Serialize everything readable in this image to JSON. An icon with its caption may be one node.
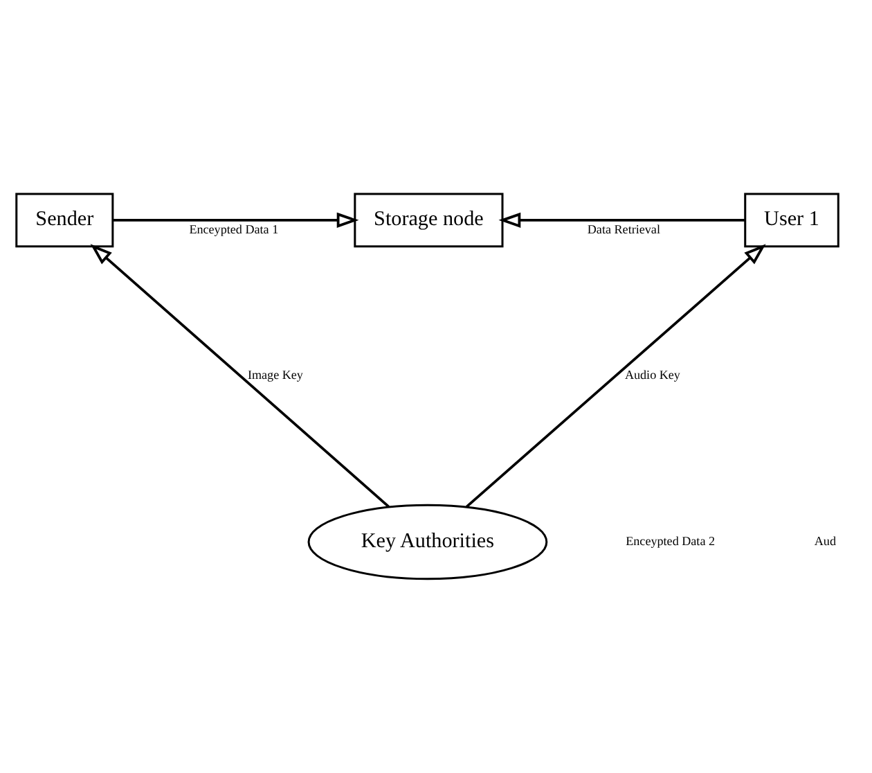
{
  "diagram": {
    "nodes": [
      {
        "text": [
          "Sender"
        ]
      },
      {
        "text": [
          "Storage node"
        ]
      },
      {
        "text": [
          "User 1"
        ]
      },
      {
        "text": [
          "Key Authorities"
        ]
      }
    ],
    "edges": [
      {
        "from": 0,
        "to": 1,
        "arrow": "to",
        "label": "Enceypted Data 1"
      },
      {
        "from": 2,
        "to": 1,
        "arrow": "to",
        "label": "Data Retrieval"
      },
      {
        "from": 3,
        "to": 0,
        "arrow": "to",
        "label": "Image Key"
      },
      {
        "from": 3,
        "to": 2,
        "arrow": "to",
        "label": "Audio Key"
      }
    ],
    "labels": [
      "Enceypted Data 2",
      "Aud"
    ]
  }
}
